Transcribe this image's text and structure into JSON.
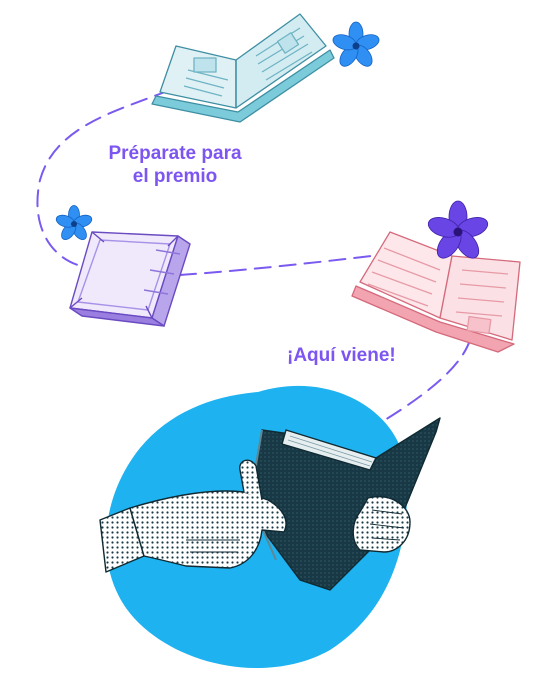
{
  "captions": {
    "prepare": [
      "Préparate para",
      "el premio"
    ],
    "coming": "¡Aquí viene!"
  },
  "colors": {
    "path_dash": "#7a5af0",
    "caption": "#7d55f0",
    "blob": "#1fb2f0",
    "book_teal": "#6fc2d3",
    "book_purple": "#9a7ee0",
    "book_pink": "#ef9aa6",
    "flower_blue": "#2f8ff2",
    "flower_purple": "#6a45e6",
    "engraving_ink": "#14313a"
  },
  "illustrations": [
    "open-book-teal",
    "closed-book-purple",
    "open-book-pink",
    "hands-holding-book",
    "blue-ink-blob",
    "flower-blue",
    "flower-purple"
  ]
}
